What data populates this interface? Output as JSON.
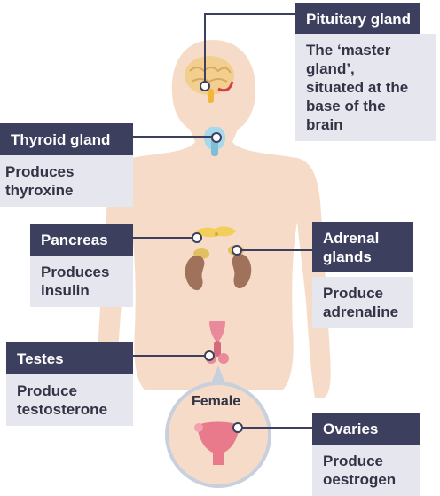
{
  "labels": {
    "pituitary": {
      "title": "Pituitary gland",
      "description": "The ‘master\ngland’,\nsituated at the\nbase of the\nbrain"
    },
    "thyroid": {
      "title": "Thyroid gland",
      "description": "Produces\nthyroxine"
    },
    "pancreas": {
      "title": "Pancreas",
      "description": "Produces\ninsulin"
    },
    "adrenal": {
      "title": "Adrenal\nglands",
      "description": "Produce\nadrenaline"
    },
    "testes": {
      "title": "Testes",
      "description": "Produce\ntestosterone"
    },
    "ovaries": {
      "title": "Ovaries",
      "description": "Produce\noestrogen"
    }
  },
  "inset_label": "Female",
  "colors": {
    "title_bg": "#3d3f5e",
    "desc_bg": "#e6e6ef",
    "body_skin": "#f6dcc8",
    "connector": "#3d3f5e"
  }
}
